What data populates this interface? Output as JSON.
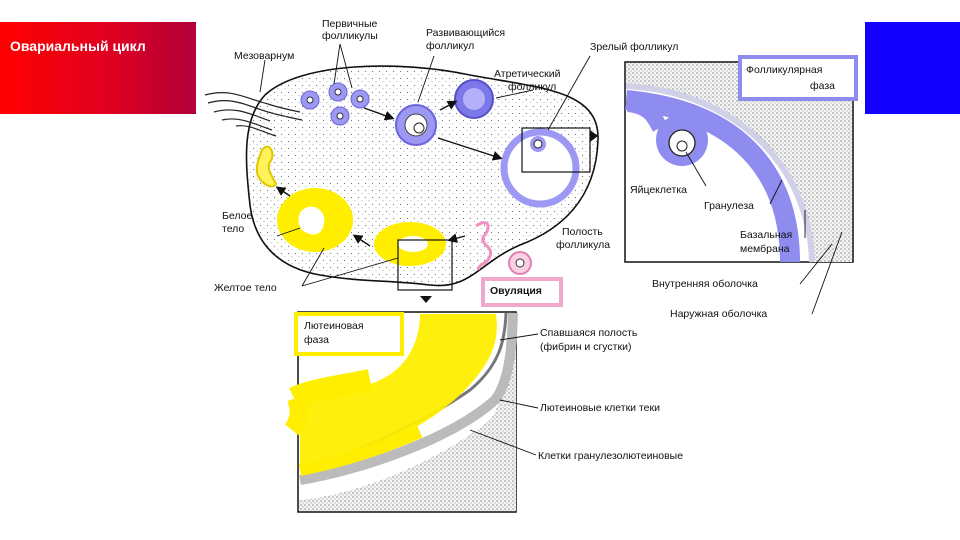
{
  "slide": {
    "title": "Овариальный цикл",
    "colors": {
      "title_bg": "#e8001a",
      "accent_block": "#1400ff",
      "follicle_blue": "#8f8cf0",
      "luteal_yellow": "#ffee00",
      "ovulation_pink": "#f0a0c8"
    }
  },
  "labels": {
    "mesovarium": "Мезоварнум",
    "primary_follicles_1": "Первичные",
    "primary_follicles_2": "фолликулы",
    "developing_follicle_1": "Развивающийся",
    "developing_follicle_2": "фолликул",
    "atretic_follicle_1": "Атретический",
    "atretic_follicle_2": "фолликул",
    "mature_follicle": "Зрелый фолликул",
    "white_body_1": "Белое",
    "white_body_2": "тело",
    "yellow_body": "Желтое тело",
    "ovulation": "Овуляция",
    "follicular_phase_1": "Фолликулярная",
    "follicular_phase_2": "фаза",
    "egg_cell": "Яйцеклетка",
    "granulosa": "Гранулеза",
    "follicle_cavity_1": "Полость",
    "follicle_cavity_2": "фолликула",
    "basal_membrane_1": "Базальная",
    "basal_membrane_2": "мембрана",
    "inner_theca": "Внутренняя оболочка",
    "outer_theca": "Наружная оболочка",
    "luteal_phase_1": "Лютеиновая",
    "luteal_phase_2": "фаза",
    "collapsed_cavity_1": "Спавшаяся полость",
    "collapsed_cavity_2": "(фибрин и сгустки)",
    "theca_lutein_cells": "Лютеиновые клетки теки",
    "granulosa_lutein_cells": "Клетки гранулезолютеиновые"
  }
}
